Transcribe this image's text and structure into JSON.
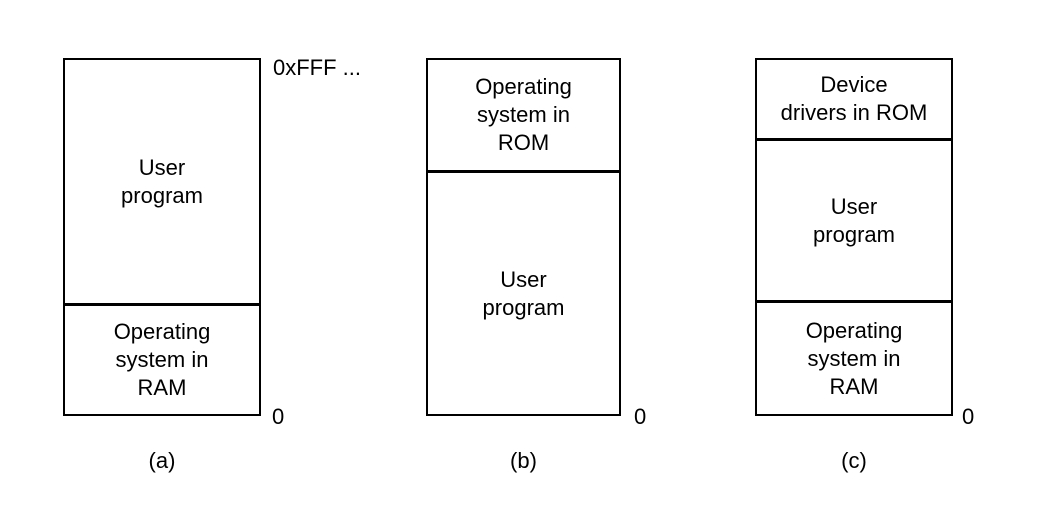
{
  "diagram": {
    "description": "Three simple memory organization models",
    "colors": {
      "background": "#ffffff",
      "line": "#000000",
      "text": "#000000"
    },
    "panels": [
      {
        "caption": "(a)",
        "top_address": "0xFFF ...",
        "bottom_address": "0",
        "sections": [
          {
            "label": "User\nprogram"
          },
          {
            "label": "Operating\nsystem in\nRAM"
          }
        ]
      },
      {
        "caption": "(b)",
        "bottom_address": "0",
        "sections": [
          {
            "label": "Operating\nsystem in\nROM"
          },
          {
            "label": "User\nprogram"
          }
        ]
      },
      {
        "caption": "(c)",
        "bottom_address": "0",
        "sections": [
          {
            "label": "Device\ndrivers in ROM"
          },
          {
            "label": "User\nprogram"
          },
          {
            "label": "Operating\nsystem in\nRAM"
          }
        ]
      }
    ]
  }
}
